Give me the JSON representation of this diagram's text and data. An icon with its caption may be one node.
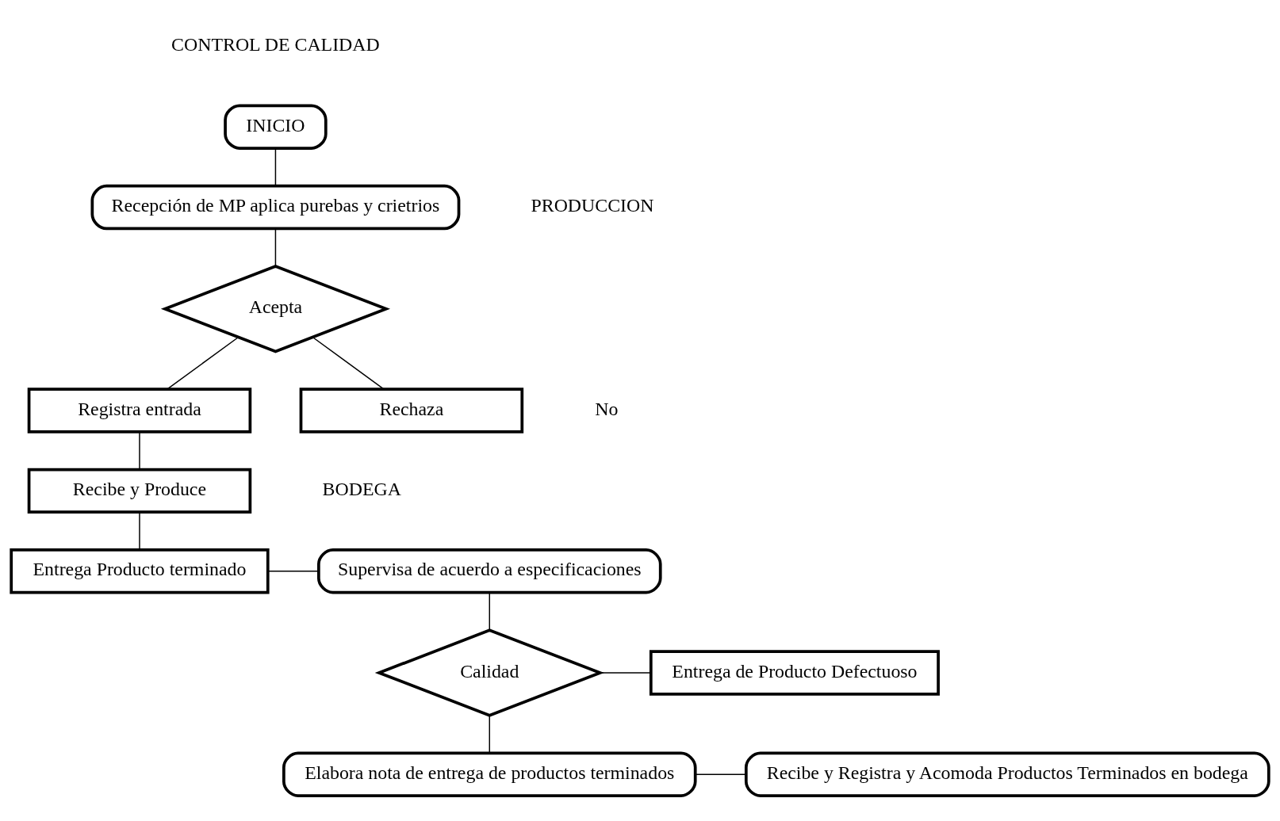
{
  "diagram": {
    "nodes": [
      {
        "text": [
          "INICIO"
        ]
      },
      {
        "text": [
          "Recepción de MP aplica purebas y crietrios"
        ]
      },
      {
        "text": [
          "Acepta"
        ]
      },
      {
        "text": [
          "Registra entrada"
        ]
      },
      {
        "text": [
          "Rechaza"
        ]
      },
      {
        "text": [
          "Recibe y Produce"
        ]
      },
      {
        "text": [
          "Entrega Producto terminado"
        ]
      },
      {
        "text": [
          "Supervisa de acuerdo a especificaciones"
        ]
      },
      {
        "text": [
          "Entrega de Producto Defectuoso"
        ]
      },
      {
        "text": [
          "Calidad"
        ]
      },
      {
        "text": [
          "Elabora nota de entrega de productos terminados"
        ]
      },
      {
        "text": [
          "Recibe y Registra y Acomoda Productos Terminados en bodega"
        ]
      }
    ],
    "edges": [
      {
        "from": 0,
        "to": 1,
        "arrow": "none"
      },
      {
        "from": 1,
        "to": 2,
        "arrow": "none"
      },
      {
        "from": 2,
        "to": 3,
        "arrow": "none"
      },
      {
        "from": 2,
        "to": 4,
        "arrow": "none"
      },
      {
        "from": 3,
        "to": 5,
        "arrow": "none"
      },
      {
        "from": 5,
        "to": 6,
        "arrow": "none"
      },
      {
        "from": 6,
        "to": 7,
        "arrow": "none"
      },
      {
        "from": 7,
        "to": 9,
        "arrow": "none"
      },
      {
        "from": 9,
        "to": 8,
        "arrow": "none"
      },
      {
        "from": 9,
        "to": 10,
        "arrow": "none"
      },
      {
        "from": 10,
        "to": 11,
        "arrow": "none"
      }
    ],
    "labels": [
      "CONTROL DE CALIDAD",
      "PRODUCCION",
      "No",
      "BODEGA"
    ]
  }
}
